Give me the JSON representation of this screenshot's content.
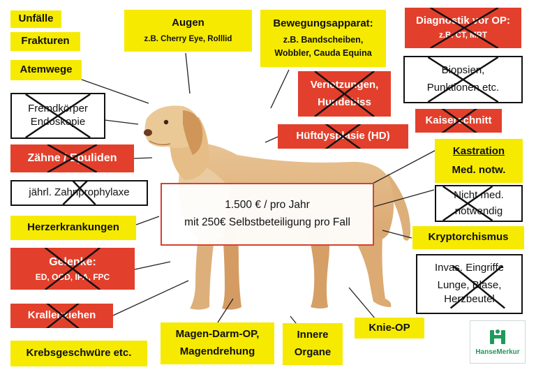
{
  "labels": {
    "unfaelle": "Unfälle",
    "frakturen": "Frakturen",
    "atemwege": "Atemwege",
    "fremdkoerper_1": "Fremdkörper",
    "fremdkoerper_2": "Endoskopie",
    "zaehne": "Zähne / Epuliden",
    "zahnprophylaxe": "jährl. Zahnprophylaxe",
    "herz": "Herzerkrankungen",
    "gelenke_title": "Gelenke:",
    "gelenke_sub": "ED, OCD, IPA, FPC",
    "krallen": "Krallenziehen",
    "krebs": "Krebsgeschwüre etc.",
    "augen_title": "Augen",
    "augen_sub": "z.B. Cherry Eye, Rolllid",
    "beweg_title": "Bewegungsapparat:",
    "beweg_sub1": "z.B. Bandscheiben,",
    "beweg_sub2": "Wobbler, Cauda Equina",
    "verletz_1": "Verletzungen,",
    "verletz_2": "Hundebiss",
    "hd": "Hüftdysplasie (HD)",
    "diag_title": "Diagnostik vor OP:",
    "diag_sub": "z.B. CT, MRT",
    "biopsien_1": "Biopsien,",
    "biopsien_2": "Punktionen etc.",
    "kaiser": "Kaiserschnitt",
    "kastration": "Kastration",
    "med_notw": "Med. notw.",
    "nicht_med_1": "Nicht med.",
    "nicht_med_2": "notwendig",
    "krypt": "Kryptorchismus",
    "invas_1": "Invas. Eingriffe",
    "invas_2": "Lunge, Blase,",
    "invas_3": "Herzbeutel",
    "magen_1": "Magen-Darm-OP,",
    "magen_2": "Magendrehung",
    "innere_1": "Innere",
    "innere_2": "Organe",
    "knie": "Knie-OP"
  },
  "price": {
    "line1": "1.500 € / pro Jahr",
    "line2": "mit 250€ Selbstbeteiligung pro Fall"
  },
  "logo": {
    "text": "HanseMerkur",
    "icon": "hansemerkur-logo-icon"
  },
  "colors": {
    "yellow": "#f6ea00",
    "red": "#e2402c",
    "logo_green": "#1f9a5a"
  }
}
